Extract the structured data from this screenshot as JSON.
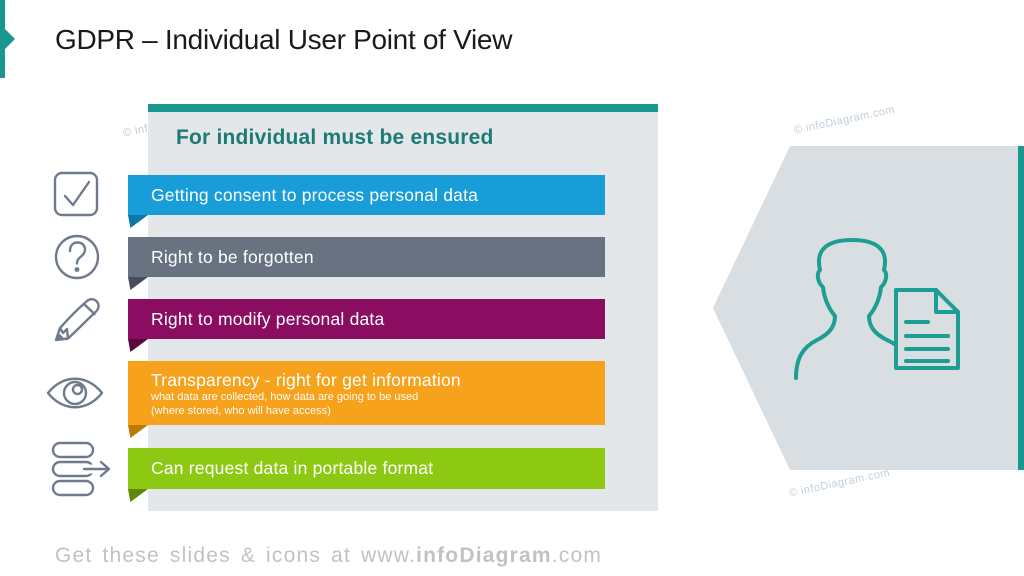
{
  "colors": {
    "accent-teal": "#1A988F",
    "header-teal": "#1D7B74",
    "panel-bg": "#E4E7EA",
    "hex-bg": "#D9DEE3",
    "icon-gray": "#6F7A8C",
    "icon-teal": "#1C9E93",
    "footer-gray": "#BFC2C6",
    "title-color": "#1A1A1A"
  },
  "slide": {
    "title": "GDPR – Individual User Point of View",
    "watermark": "© infoDiagram.com",
    "footer": {
      "prefix": "Get these slides & icons at www.",
      "brand": "infoDiagram",
      "suffix": ".com"
    }
  },
  "panel": {
    "header": "For individual must be ensured",
    "items": [
      {
        "label": "Getting consent to process personal data",
        "color": "#189DD9",
        "fold": "#0E76A8",
        "icon": "checkbox"
      },
      {
        "label": "Right to be forgotten",
        "color": "#697281",
        "fold": "#454E5C",
        "icon": "question-mark"
      },
      {
        "label": "Right to modify personal data",
        "color": "#8B0D62",
        "fold": "#57083D",
        "icon": "pencil"
      },
      {
        "label": "Transparency - right for get information",
        "sub1": "what data are collected, how data are going to be used",
        "sub2": "(where stored, who will have access)",
        "color": "#F7A21C",
        "fold": "#BA7A06",
        "icon": "eye"
      },
      {
        "label": "Can request data in portable format",
        "color": "#8DC813",
        "fold": "#5D8A0A",
        "icon": "database-export"
      }
    ]
  }
}
